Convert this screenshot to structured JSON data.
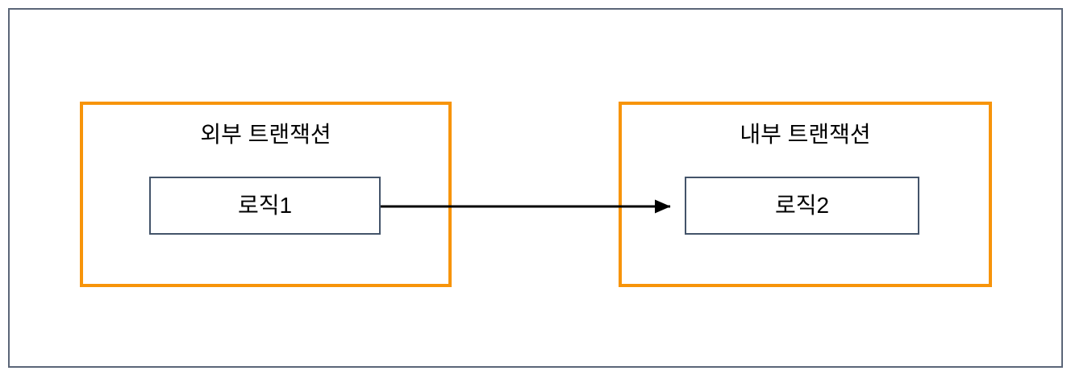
{
  "diagram": {
    "title_text": "",
    "background_color": "#ffffff",
    "frame": {
      "name": "slide-frame",
      "border_color": "#5b6678"
    },
    "groups": [
      {
        "id": "external",
        "title": "외부 트랜잭션",
        "border_color": "#f7940a",
        "fill_color": "#ffffff",
        "node": {
          "id": "logic1",
          "label": "로직1",
          "border_color": "#44546a",
          "fill_color": "#ffffff"
        }
      },
      {
        "id": "internal",
        "title": "내부 트랜잭션",
        "border_color": "#f7940a",
        "fill_color": "#ffffff",
        "node": {
          "id": "logic2",
          "label": "로직2",
          "border_color": "#44546a",
          "fill_color": "#ffffff"
        }
      }
    ],
    "connectors": [
      {
        "id": "logic1-to-logic2",
        "from": "로직1",
        "to": "로직2",
        "color": "#000000",
        "style": "solid",
        "arrowhead": "filled-triangle",
        "direction": "right"
      }
    ]
  }
}
